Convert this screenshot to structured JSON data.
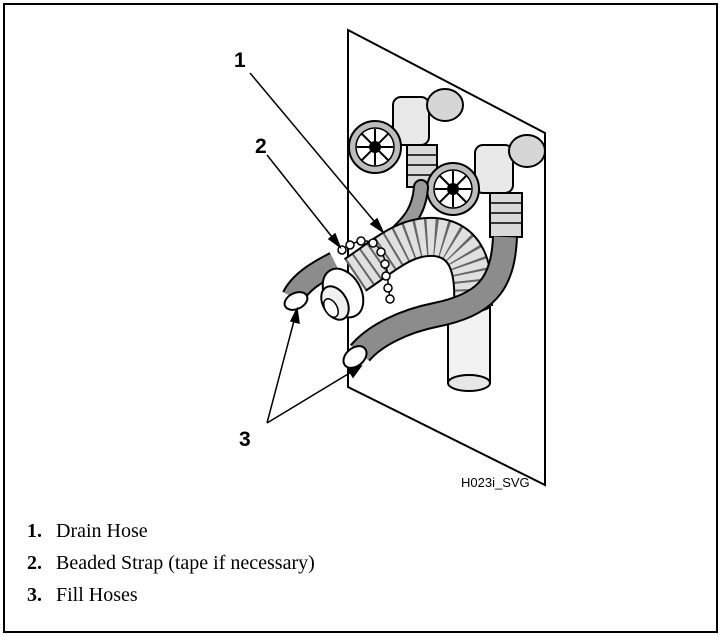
{
  "figure": {
    "id_label": "H023i_SVG",
    "callouts": [
      "1",
      "2",
      "3"
    ]
  },
  "legend": [
    {
      "number": "1.",
      "label": "Drain Hose"
    },
    {
      "number": "2.",
      "label": "Beaded Strap (tape if necessary)"
    },
    {
      "number": "3.",
      "label": "Fill Hoses"
    }
  ]
}
